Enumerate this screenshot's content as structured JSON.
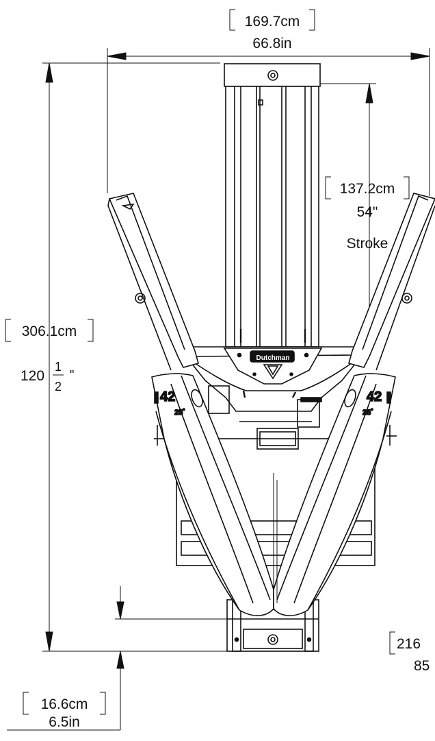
{
  "dimensions": {
    "top_width": {
      "metric": "169.7cm",
      "imperial": "66.8in"
    },
    "stroke": {
      "metric": "137.2cm",
      "imperial": "54\"",
      "label": "Stroke"
    },
    "overall_height": {
      "metric": "306.1cm",
      "imperial_whole": "120",
      "imperial_num": "1",
      "imperial_den": "2",
      "imperial_unit": "\""
    },
    "bottom_offset": {
      "metric": "16.6cm",
      "imperial": "6.5in"
    },
    "right_partial": {
      "metric": "216",
      "imperial": "85"
    }
  },
  "blade_markings": {
    "left_number": "42",
    "left_angle": "25˚",
    "right_number": "42",
    "right_angle": "25˚"
  },
  "logo_text": "Dutchman"
}
